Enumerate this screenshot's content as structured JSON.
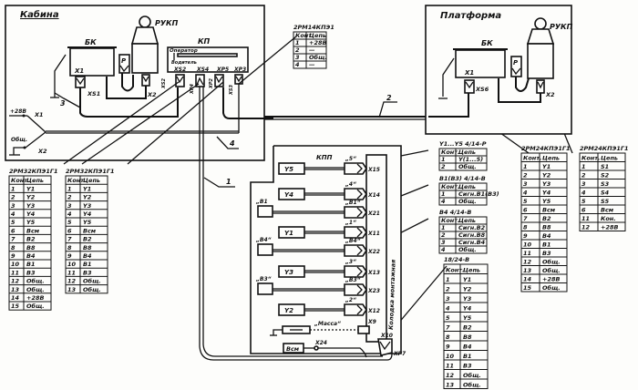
{
  "diagram": {
    "cabin": {
      "title": "Кабина",
      "bk_label": "БК",
      "rukp_label": "РУКП",
      "kp_label": "КП",
      "operator_label": "Оператор",
      "driver_label": "Водитель",
      "p_label": "Р",
      "x1_label": "X1",
      "xs1_label": "XS1",
      "x2_label": "X2",
      "kp_connectors": [
        "XS2",
        "XS4",
        "XP5",
        "XP3"
      ],
      "kp_plug_labels": [
        "XS2",
        "XP4",
        "XP2",
        "XS3"
      ],
      "power_plus": "+28В",
      "power_common": "Общ.",
      "px1": "X1",
      "px2": "X2",
      "cable3": "3",
      "cable4": "4"
    },
    "platform": {
      "title": "Платформа",
      "bk_label": "БК",
      "rukp_label": "РУКП",
      "p_label": "Р",
      "x1_label": "X1",
      "xs6_label": "XS6",
      "x2_label": "X2"
    },
    "kpp": {
      "title": "КПП",
      "vertical_label": "Колодка монтажная",
      "rows": [
        {
          "block": "Y5",
          "wire": "„5“",
          "conn": "X15"
        },
        {
          "block": "Y4",
          "wire": "„4“",
          "conn": "X14"
        },
        {
          "block": "„B1",
          "wire": "„B1“",
          "conn": "X21"
        },
        {
          "block": "Y1",
          "wire": "„1“",
          "conn": "X11"
        },
        {
          "block": "„B4“",
          "wire": "„B4“",
          "conn": "X22"
        },
        {
          "block": "Y3",
          "wire": "„3“",
          "conn": "X13"
        },
        {
          "block": "„B3“",
          "wire": "„B3“",
          "conn": "X23"
        },
        {
          "block": "Y2",
          "wire": "„2“",
          "conn": "X12"
        }
      ],
      "mass_label": "„Масса“",
      "x9_label": "X9",
      "x10_label": "X10",
      "xp7_label": "XP7",
      "x24_label": "X24",
      "vsm_label": "Всм",
      "cable1": "1",
      "cable2": "2"
    },
    "tables": {
      "kp_power": {
        "title": "2РМ14КПЭ1",
        "head": [
          "Конт.",
          "Цепь"
        ],
        "rows": [
          [
            "1",
            "+28В"
          ],
          [
            "2",
            "—"
          ],
          [
            "3",
            "Общ."
          ],
          [
            "4",
            "—"
          ]
        ]
      },
      "cabin_left": {
        "title": "2РМ32КПЭ1Г1",
        "head": [
          "Конт.",
          "Цепь"
        ],
        "rows": [
          [
            "1",
            "Y1"
          ],
          [
            "2",
            "Y2"
          ],
          [
            "3",
            "Y3"
          ],
          [
            "4",
            "Y4"
          ],
          [
            "5",
            "Y5"
          ],
          [
            "6",
            "Всм"
          ],
          [
            "7",
            "B2"
          ],
          [
            "8",
            "B8"
          ],
          [
            "9",
            "B4"
          ],
          [
            "10",
            "B1"
          ],
          [
            "11",
            "B3"
          ],
          [
            "12",
            "Общ."
          ],
          [
            "13",
            "Общ."
          ],
          [
            "14",
            "+28В"
          ],
          [
            "15",
            "Общ."
          ]
        ]
      },
      "cabin_right": {
        "title": "2РМ32КПЭ1Г1",
        "head": [
          "Конт.",
          "Цепь"
        ],
        "rows": [
          [
            "1",
            "Y1"
          ],
          [
            "2",
            "Y2"
          ],
          [
            "3",
            "Y3"
          ],
          [
            "4",
            "Y4"
          ],
          [
            "5",
            "Y5"
          ],
          [
            "6",
            "Всм"
          ],
          [
            "7",
            "B2"
          ],
          [
            "8",
            "B8"
          ],
          [
            "9",
            "B4"
          ],
          [
            "10",
            "B1"
          ],
          [
            "11",
            "B3"
          ],
          [
            "12",
            "Общ."
          ],
          [
            "13",
            "Общ."
          ]
        ]
      },
      "valve": {
        "title": "Y1...Y5  4/14-Р",
        "head": [
          "Конт.",
          "Цепь"
        ],
        "rows": [
          [
            "1",
            "Y(1...5)"
          ],
          [
            "2",
            "Общ."
          ]
        ]
      },
      "sensor_b1": {
        "title": "B1(B3)  4/14-В",
        "head": [
          "Конт.",
          "Цепь"
        ],
        "rows": [
          [
            "1",
            "Сигн.B1(B3)"
          ],
          [
            "4",
            "Общ."
          ]
        ]
      },
      "sensor_b4": {
        "title": "B4  4/14-В",
        "head": [
          "Конт.",
          "Цепь"
        ],
        "rows": [
          [
            "1",
            "Сигн.B2"
          ],
          [
            "2",
            "Сигн.B8"
          ],
          [
            "3",
            "Сигн.B4"
          ],
          [
            "4",
            "Общ."
          ]
        ]
      },
      "kpp_main": {
        "title": "18/24-В",
        "head": [
          "Конт.",
          "Цепь"
        ],
        "rows": [
          [
            "1",
            "Y1"
          ],
          [
            "2",
            "Y2"
          ],
          [
            "3",
            "Y3"
          ],
          [
            "4",
            "Y4"
          ],
          [
            "5",
            "Y5"
          ],
          [
            "7",
            "B2"
          ],
          [
            "8",
            "B8"
          ],
          [
            "9",
            "B4"
          ],
          [
            "10",
            "B1"
          ],
          [
            "11",
            "B3"
          ],
          [
            "12",
            "Общ."
          ],
          [
            "13",
            "Общ."
          ]
        ]
      },
      "platform_left": {
        "title": "2РМ24КПЭ1Г1",
        "head": [
          "Конт.",
          "Цепь"
        ],
        "rows": [
          [
            "1",
            "Y1"
          ],
          [
            "2",
            "Y2"
          ],
          [
            "3",
            "Y3"
          ],
          [
            "4",
            "Y4"
          ],
          [
            "5",
            "Y5"
          ],
          [
            "6",
            "Всм"
          ],
          [
            "7",
            "B2"
          ],
          [
            "8",
            "B8"
          ],
          [
            "9",
            "B4"
          ],
          [
            "10",
            "B1"
          ],
          [
            "11",
            "B3"
          ],
          [
            "12",
            "Общ."
          ],
          [
            "13",
            "Общ."
          ],
          [
            "14",
            "+28В"
          ],
          [
            "15",
            "Общ."
          ]
        ]
      },
      "platform_right": {
        "title": "2РМ24КПЭ1Г1",
        "head": [
          "Конт.",
          "Цепь"
        ],
        "rows": [
          [
            "1",
            "S1"
          ],
          [
            "2",
            "S2"
          ],
          [
            "3",
            "S3"
          ],
          [
            "4",
            "S4"
          ],
          [
            "5",
            "S5"
          ],
          [
            "6",
            "Всм"
          ],
          [
            "11",
            "Кон."
          ],
          [
            "12",
            "+28В"
          ]
        ]
      }
    }
  }
}
